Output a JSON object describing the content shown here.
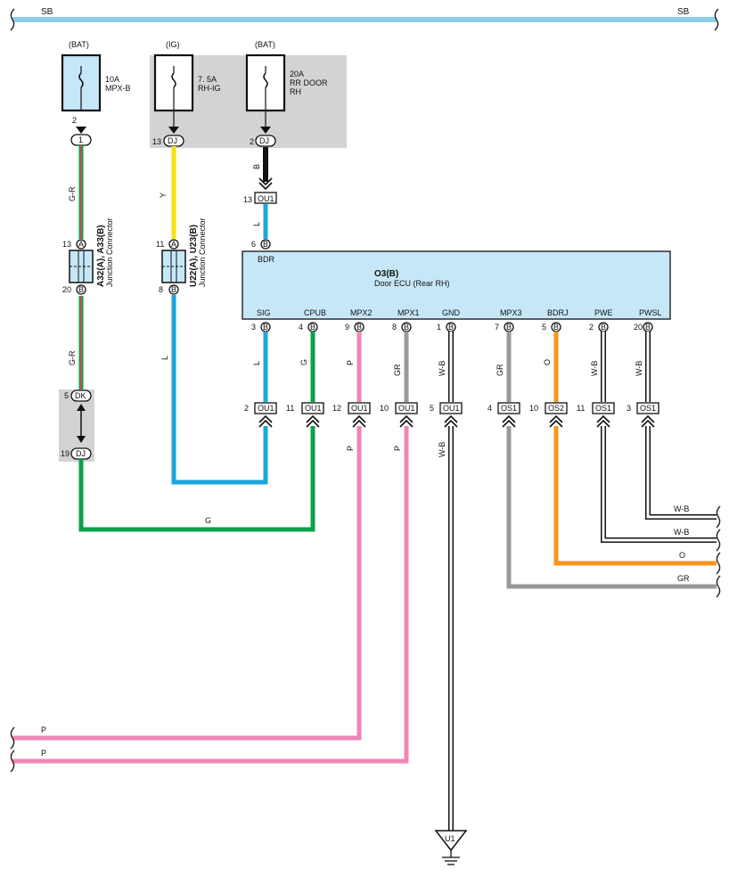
{
  "bus": {
    "label_left": "SB",
    "label_right": "SB",
    "color": "#8ccde8"
  },
  "fuses": [
    {
      "id": "fuse-mpxb",
      "source": "(BAT)",
      "rating": "10A",
      "name1": "MPX-B",
      "name2": "",
      "pin": "2",
      "connector": "1"
    },
    {
      "id": "fuse-rhig",
      "source": "(IG)",
      "rating": "7. 5A",
      "name1": "RH-IG",
      "name2": "",
      "pin": "13",
      "connector": "DJ"
    },
    {
      "id": "fuse-rrdoor",
      "source": "(BAT)",
      "rating": "20A",
      "name1": "RR DOOR",
      "name2": "RH",
      "pin": "2",
      "connector": "DJ"
    }
  ],
  "junction_connectors": [
    {
      "id": "jc-a32",
      "title": "A32(A), A33(B)",
      "subtitle": "Junction Connector",
      "pin_top": "13",
      "conn_top": "A",
      "pin_bottom": "20",
      "conn_bottom": "B"
    },
    {
      "id": "jc-u22",
      "title": "U22(A), U23(B)",
      "subtitle": "Junction Connector",
      "pin_top": "11",
      "conn_top": "A",
      "pin_bottom": "8",
      "conn_bottom": "B"
    }
  ],
  "ecu": {
    "code": "O3(B)",
    "name": "Door ECU (Rear RH)",
    "top_terminal": "BDR",
    "top_pin": "6",
    "top_conn": "B",
    "color": "#c6e7f7"
  },
  "ou1_top": {
    "pin": "13",
    "label": "OU1"
  },
  "dk_block": {
    "pin_top": "5",
    "conn_top": "DK",
    "pin_bottom": "19",
    "conn_bottom": "DJ"
  },
  "ecu_terminals": [
    {
      "name": "SIG",
      "pin": "3",
      "conn": "B",
      "wire": "L",
      "c_pin": "2",
      "c_label": "OU1",
      "color": "#1aa7df"
    },
    {
      "name": "CPUB",
      "pin": "4",
      "conn": "B",
      "wire": "G",
      "c_pin": "11",
      "c_label": "OU1",
      "color": "#0ba14b"
    },
    {
      "name": "MPX2",
      "pin": "9",
      "conn": "B",
      "wire": "P",
      "c_pin": "12",
      "c_label": "OU1",
      "color": "#ef86b6"
    },
    {
      "name": "MPX1",
      "pin": "8",
      "conn": "B",
      "wire": "GR",
      "c_pin": "10",
      "c_label": "OU1",
      "color": "#999999"
    },
    {
      "name": "GND",
      "pin": "1",
      "conn": "B",
      "wire": "W-B",
      "c_pin": "5",
      "c_label": "OU1",
      "color": "#ffffff"
    },
    {
      "name": "MPX3",
      "pin": "7",
      "conn": "B",
      "wire": "GR",
      "c_pin": "4",
      "c_label": "OS1",
      "color": "#999999"
    },
    {
      "name": "BDRJ",
      "pin": "5",
      "conn": "B",
      "wire": "O",
      "c_pin": "10",
      "c_label": "OS2",
      "color": "#f7941d"
    },
    {
      "name": "PWE",
      "pin": "2",
      "conn": "B",
      "wire": "W-B",
      "c_pin": "11",
      "c_label": "OS1",
      "color": "#ffffff"
    },
    {
      "name": "PWSL",
      "pin": "20",
      "conn": "B",
      "wire": "W-B",
      "c_pin": "3",
      "c_label": "OS1",
      "color": "#ffffff"
    }
  ],
  "wire_labels": {
    "gr_upper": "G-R",
    "gr_lower": "G-R",
    "y": "Y",
    "l_jc": "L",
    "b": "B",
    "l_top": "L",
    "g_bottom": "G",
    "p_mpx2_below": "P",
    "p_mpx1_below": "P",
    "wb_gnd_below": "W-B",
    "right_wb1": "W-B",
    "right_wb2": "W-B",
    "right_o": "O",
    "right_gr": "GR",
    "left_p1": "P",
    "left_p2": "P"
  },
  "ground": {
    "label": "U1"
  }
}
